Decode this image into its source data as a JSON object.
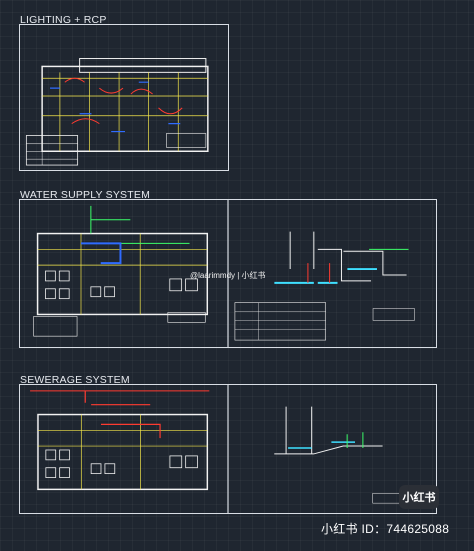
{
  "sections": [
    {
      "title": "LIGHTING + RCP"
    },
    {
      "title": "WATER SUPPLY SYSTEM"
    },
    {
      "title": "SEWERAGE SYSTEM"
    }
  ],
  "watermark": {
    "text": "@laarimmdy | 小红书"
  },
  "brand": {
    "logo": "小红书",
    "id_line": "小红书 ID：744625088"
  },
  "colors": {
    "background": "#1f2630",
    "frame": "#d8dde4",
    "wall": "#f2f2f2",
    "accent_yellow": "#f6e84a",
    "accent_red": "#ff3b30",
    "accent_blue": "#2f6bff",
    "accent_green": "#3cff6a",
    "accent_cyan": "#3fe0ff"
  }
}
